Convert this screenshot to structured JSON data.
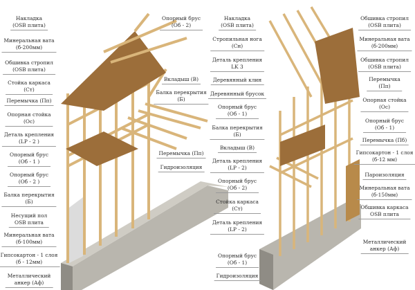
{
  "left_house": {
    "left_labels": [
      {
        "line1": "Накладка",
        "line2": "(OSB плита)"
      },
      {
        "line1": "Минеральная вата",
        "line2": "(б-200мм)"
      },
      {
        "line1": "Обшивка стропил",
        "line2": "(OSB плита)"
      },
      {
        "line1": "Стойка каркаса",
        "line2": "(Ст)"
      },
      {
        "line1": "Перемычка (Пп)",
        "line2": ""
      },
      {
        "line1": "Опорная стойка",
        "line2": "(Ос)"
      },
      {
        "line1": "Деталь крепления",
        "line2": "(LP - 2 )"
      },
      {
        "line1": "Опорный брус",
        "line2": "(Об - 1 )"
      },
      {
        "line1": "Опорный брус",
        "line2": "(Об - 2 )"
      },
      {
        "line1": "Балка перекрытия",
        "line2": "(Б)"
      },
      {
        "line1": "Несущий пол",
        "line2": "OSB плита"
      },
      {
        "line1": "Минеральная вата",
        "line2": "(б-100мм)"
      },
      {
        "line1": "Гипсокартон - 1 слоя",
        "line2": "(б - 12мм)"
      },
      {
        "line1": "Металлический",
        "line2": "анкер (Аф)"
      }
    ],
    "right_labels": [
      {
        "line1": "Опорный брус",
        "line2": "(Об - 2)"
      },
      {
        "line1": "Вкладыш (В)",
        "line2": ""
      },
      {
        "line1": "Балка перекрытия",
        "line2": "(Б)"
      },
      {
        "line1": "Перемычка (Пп)",
        "line2": ""
      },
      {
        "line1": "Гидроизоляция",
        "line2": ""
      }
    ]
  },
  "right_house": {
    "left_labels": [
      {
        "line1": "Накладка",
        "line2": "(OSB плита)"
      },
      {
        "line1": "Стропильная нога",
        "line2": "(Сн)"
      },
      {
        "line1": "Деталь крепления",
        "line2": "LK 3"
      },
      {
        "line1": "Деревянный клин",
        "line2": ""
      },
      {
        "line1": "Деревянный брусок",
        "line2": ""
      },
      {
        "line1": "Опорный брус",
        "line2": "(Об - 1)"
      },
      {
        "line1": "Балка перекрытия",
        "line2": "(Б)"
      },
      {
        "line1": "Вкладыш (В)",
        "line2": ""
      },
      {
        "line1": "Деталь крепления",
        "line2": "(LP - 2)"
      },
      {
        "line1": "Опорный брус",
        "line2": "(Об - 2)"
      },
      {
        "line1": "Стойка каркаса",
        "line2": "(Ст)"
      },
      {
        "line1": "Деталь крепления",
        "line2": "(LP - 2)"
      },
      {
        "line1": "Опорный брус",
        "line2": "(Об - 1)"
      },
      {
        "line1": "Гидроизоляция",
        "line2": ""
      }
    ],
    "right_labels": [
      {
        "line1": "Обшивка стропил",
        "line2": "(OSB плита)"
      },
      {
        "line1": "Минеральная вата",
        "line2": "(б-200мм)"
      },
      {
        "line1": "Обшивка стропил",
        "line2": "(OSB плита)"
      },
      {
        "line1": "Перемычка",
        "line2": "(Пп)"
      },
      {
        "line1": "Опорная стойка",
        "line2": "(Ос)"
      },
      {
        "line1": "Опорный брус",
        "line2": "(Об - 1)"
      },
      {
        "line1": "Перемычка (Пб)",
        "line2": ""
      },
      {
        "line1": "Гипсокартон - 1 слоя",
        "line2": "(б-12 мм)"
      },
      {
        "line1": "Пароизоляция",
        "line2": ""
      },
      {
        "line1": "Минеральная вата",
        "line2": "(б-150мм)"
      },
      {
        "line1": "Обшивка каркаса",
        "line2": "OSB плита"
      },
      {
        "line1": "Металлический",
        "line2": "анкер (Аф)"
      }
    ]
  },
  "colors": {
    "wood": "#d9b57a",
    "wood_dark": "#b88a4a",
    "osb": "#9c6e3a",
    "concrete": "#b9b6ae",
    "concrete_dark": "#8f8c85",
    "drywall": "#dcdcdc"
  }
}
